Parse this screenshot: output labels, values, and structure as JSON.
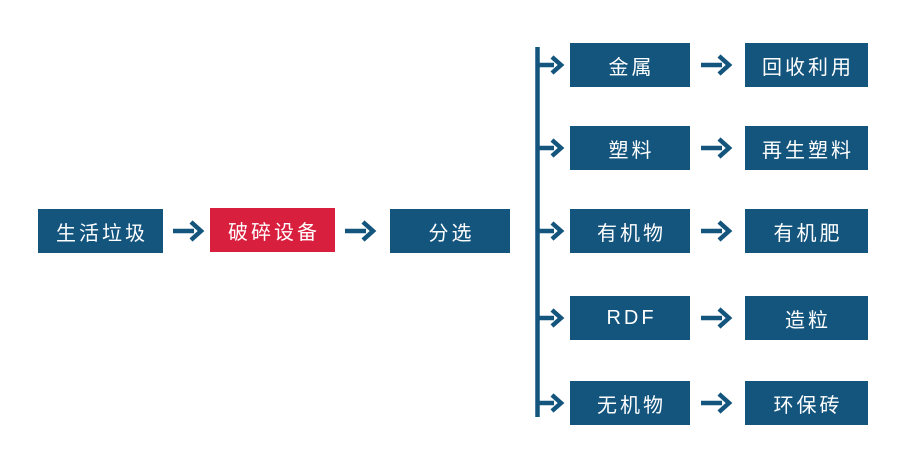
{
  "colors": {
    "primary_blue": "#14557E",
    "accent_red": "#D81F3D",
    "text_white": "#FFFFFF",
    "background": "#FFFFFF"
  },
  "flow": {
    "main_chain": [
      {
        "label": "生活垃圾",
        "style": "blue"
      },
      {
        "label": "破碎设备",
        "style": "red"
      },
      {
        "label": "分选",
        "style": "blue"
      }
    ],
    "branches": [
      {
        "item": "金属",
        "output": "回收利用"
      },
      {
        "item": "塑料",
        "output": "再生塑料"
      },
      {
        "item": "有机物",
        "output": "有机肥"
      },
      {
        "item": "RDF",
        "output": "造粒"
      },
      {
        "item": "无机物",
        "output": "环保砖"
      }
    ]
  }
}
